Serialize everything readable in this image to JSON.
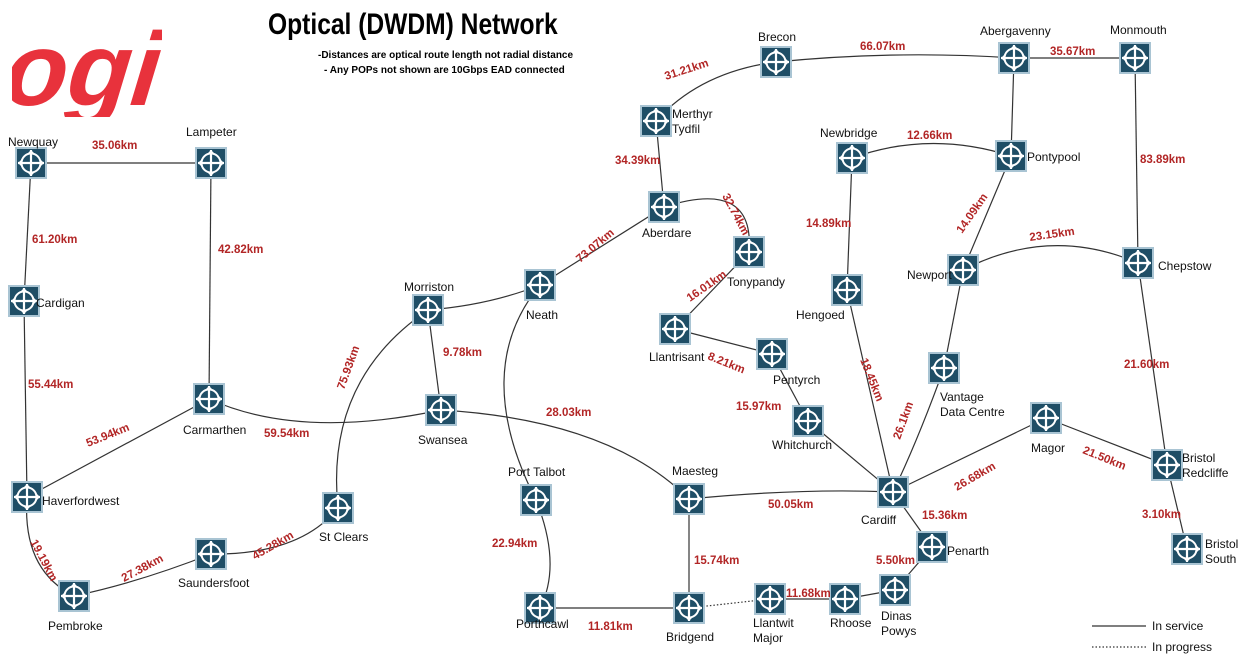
{
  "header": {
    "title": "Optical (DWDM) Network",
    "notes": [
      "-Distances are optical route length not radial distance",
      "- Any POPs not shown are 10Gbps EAD connected"
    ]
  },
  "logo": {
    "text": "ogi",
    "color": "#e8323c"
  },
  "colors": {
    "node_fill": "#1f4e66",
    "node_border": "#8fb3c5",
    "distance": "#b22626",
    "line": "#333333"
  },
  "nodes": [
    {
      "id": "newquay",
      "label": [
        "Newquay"
      ]
    },
    {
      "id": "lampeter",
      "label": [
        "Lampeter"
      ]
    },
    {
      "id": "cardigan",
      "label": [
        "Cardigan"
      ]
    },
    {
      "id": "carmarthen",
      "label": [
        "Carmarthen"
      ]
    },
    {
      "id": "haverfordwest",
      "label": [
        "Haverfordwest"
      ]
    },
    {
      "id": "pembroke",
      "label": [
        "Pembroke"
      ]
    },
    {
      "id": "saundersfoot",
      "label": [
        "Saundersfoot"
      ]
    },
    {
      "id": "stclears",
      "label": [
        "St Clears"
      ]
    },
    {
      "id": "morriston",
      "label": [
        "Morriston"
      ]
    },
    {
      "id": "swansea",
      "label": [
        "Swansea"
      ]
    },
    {
      "id": "neath",
      "label": [
        "Neath"
      ]
    },
    {
      "id": "porttalbot",
      "label": [
        "Port Talbot"
      ]
    },
    {
      "id": "porthcawl",
      "label": [
        "Porthcawl"
      ]
    },
    {
      "id": "bridgend",
      "label": [
        "Bridgend"
      ]
    },
    {
      "id": "maesteg",
      "label": [
        "Maesteg"
      ]
    },
    {
      "id": "aberdare",
      "label": [
        "Aberdare"
      ]
    },
    {
      "id": "merthyr",
      "label": [
        "Merthyr",
        "Tydfil"
      ]
    },
    {
      "id": "brecon",
      "label": [
        "Brecon"
      ]
    },
    {
      "id": "abergavenny",
      "label": [
        "Abergavenny"
      ]
    },
    {
      "id": "monmouth",
      "label": [
        "Monmouth"
      ]
    },
    {
      "id": "tonypandy",
      "label": [
        "Tonypandy"
      ]
    },
    {
      "id": "llantrisant",
      "label": [
        "Llantrisant"
      ]
    },
    {
      "id": "pentyrch",
      "label": [
        "Pentyrch"
      ]
    },
    {
      "id": "whitchurch",
      "label": [
        "Whitchurch"
      ]
    },
    {
      "id": "newbridge",
      "label": [
        "Newbridge"
      ]
    },
    {
      "id": "pontypool",
      "label": [
        "Pontypool"
      ]
    },
    {
      "id": "hengoed",
      "label": [
        "Hengoed"
      ]
    },
    {
      "id": "newport",
      "label": [
        "Newport"
      ]
    },
    {
      "id": "chepstow",
      "label": [
        "Chepstow"
      ]
    },
    {
      "id": "vantage",
      "label": [
        "Vantage",
        "Data Centre"
      ]
    },
    {
      "id": "cardiff",
      "label": [
        "Cardiff"
      ]
    },
    {
      "id": "magor",
      "label": [
        "Magor"
      ]
    },
    {
      "id": "bristolredcliffe",
      "label": [
        "Bristol",
        "Redcliffe"
      ]
    },
    {
      "id": "bristolsouth",
      "label": [
        "Bristol",
        "South"
      ]
    },
    {
      "id": "penarth",
      "label": [
        "Penarth"
      ]
    },
    {
      "id": "dinaspowys",
      "label": [
        "Dinas",
        "Powys"
      ]
    },
    {
      "id": "rhoose",
      "label": [
        "Rhoose"
      ]
    },
    {
      "id": "llantwit",
      "label": [
        "Llantwit",
        "Major"
      ]
    }
  ],
  "links": [
    {
      "from": "newquay",
      "to": "lampeter",
      "distance": "35.06km",
      "status": "In service"
    },
    {
      "from": "newquay",
      "to": "cardigan",
      "distance": "61.20km",
      "status": "In service"
    },
    {
      "from": "lampeter",
      "to": "carmarthen",
      "distance": "42.82km",
      "status": "In service"
    },
    {
      "from": "cardigan",
      "to": "haverfordwest",
      "distance": "55.44km",
      "status": "In service"
    },
    {
      "from": "haverfordwest",
      "to": "carmarthen",
      "distance": "53.94km",
      "status": "In service"
    },
    {
      "from": "haverfordwest",
      "to": "pembroke",
      "distance": "19.19km",
      "status": "In service"
    },
    {
      "from": "pembroke",
      "to": "saundersfoot",
      "distance": "27.38km",
      "status": "In service"
    },
    {
      "from": "saundersfoot",
      "to": "stclears",
      "distance": "45.28km",
      "status": "In service"
    },
    {
      "from": "carmarthen",
      "to": "swansea",
      "distance": "59.54km",
      "status": "In service"
    },
    {
      "from": "stclears",
      "to": "morriston",
      "distance": "75.93km",
      "status": "In service"
    },
    {
      "from": "morriston",
      "to": "swansea",
      "distance": "9.78km",
      "status": "In service"
    },
    {
      "from": "morriston",
      "to": "neath",
      "distance": "",
      "status": "In service"
    },
    {
      "from": "neath",
      "to": "aberdare",
      "distance": "73.07km",
      "status": "In service"
    },
    {
      "from": "neath",
      "to": "porttalbot",
      "distance": "",
      "status": "In service"
    },
    {
      "from": "swansea",
      "to": "maesteg",
      "distance": "28.03km",
      "status": "In service"
    },
    {
      "from": "porttalbot",
      "to": "porthcawl",
      "distance": "22.94km",
      "status": "In service"
    },
    {
      "from": "porthcawl",
      "to": "bridgend",
      "distance": "11.81km",
      "status": "In service"
    },
    {
      "from": "maesteg",
      "to": "bridgend",
      "distance": "15.74km",
      "status": "In service"
    },
    {
      "from": "maesteg",
      "to": "cardiff",
      "distance": "50.05km",
      "status": "In service"
    },
    {
      "from": "bridgend",
      "to": "llantwit",
      "distance": "",
      "status": "In progress"
    },
    {
      "from": "llantwit",
      "to": "rhoose",
      "distance": "11.68km",
      "status": "In service"
    },
    {
      "from": "rhoose",
      "to": "dinaspowys",
      "distance": "",
      "status": "In service"
    },
    {
      "from": "dinaspowys",
      "to": "penarth",
      "distance": "5.50km",
      "status": "In service"
    },
    {
      "from": "penarth",
      "to": "cardiff",
      "distance": "15.36km",
      "status": "In service"
    },
    {
      "from": "aberdare",
      "to": "merthyr",
      "distance": "34.39km",
      "status": "In service"
    },
    {
      "from": "merthyr",
      "to": "brecon",
      "distance": "31.21km",
      "status": "In service"
    },
    {
      "from": "brecon",
      "to": "abergavenny",
      "distance": "66.07km",
      "status": "In service"
    },
    {
      "from": "abergavenny",
      "to": "monmouth",
      "distance": "35.67km",
      "status": "In service"
    },
    {
      "from": "abergavenny",
      "to": "pontypool",
      "distance": "",
      "status": "In service"
    },
    {
      "from": "monmouth",
      "to": "chepstow",
      "distance": "83.89km",
      "status": "In service"
    },
    {
      "from": "aberdare",
      "to": "tonypandy",
      "distance": "32.74km",
      "status": "In service"
    },
    {
      "from": "tonypandy",
      "to": "llantrisant",
      "distance": "16.01km",
      "status": "In service"
    },
    {
      "from": "llantrisant",
      "to": "pentyrch",
      "distance": "8.21km",
      "status": "In service"
    },
    {
      "from": "pentyrch",
      "to": "whitchurch",
      "distance": "15.97km",
      "status": "In service"
    },
    {
      "from": "whitchurch",
      "to": "cardiff",
      "distance": "",
      "status": "In service"
    },
    {
      "from": "newbridge",
      "to": "pontypool",
      "distance": "12.66km",
      "status": "In service"
    },
    {
      "from": "newbridge",
      "to": "hengoed",
      "distance": "14.89km",
      "status": "In service"
    },
    {
      "from": "hengoed",
      "to": "cardiff",
      "distance": "18.45km",
      "status": "In service"
    },
    {
      "from": "pontypool",
      "to": "newport",
      "distance": "14.09km",
      "status": "In service"
    },
    {
      "from": "newport",
      "to": "chepstow",
      "distance": "23.15km",
      "status": "In service"
    },
    {
      "from": "newport",
      "to": "vantage",
      "distance": "",
      "status": "In service"
    },
    {
      "from": "vantage",
      "to": "cardiff",
      "distance": "26.1km",
      "status": "In service"
    },
    {
      "from": "cardiff",
      "to": "magor",
      "distance": "26.68km",
      "status": "In service"
    },
    {
      "from": "magor",
      "to": "bristolredcliffe",
      "distance": "21.50km",
      "status": "In service"
    },
    {
      "from": "chepstow",
      "to": "bristolredcliffe",
      "distance": "21.60km",
      "status": "In service"
    },
    {
      "from": "bristolredcliffe",
      "to": "bristolsouth",
      "distance": "3.10km",
      "status": "In service"
    }
  ],
  "legend": [
    {
      "label": "In service",
      "style": "solid"
    },
    {
      "label": "In progress",
      "style": "dotted"
    }
  ]
}
